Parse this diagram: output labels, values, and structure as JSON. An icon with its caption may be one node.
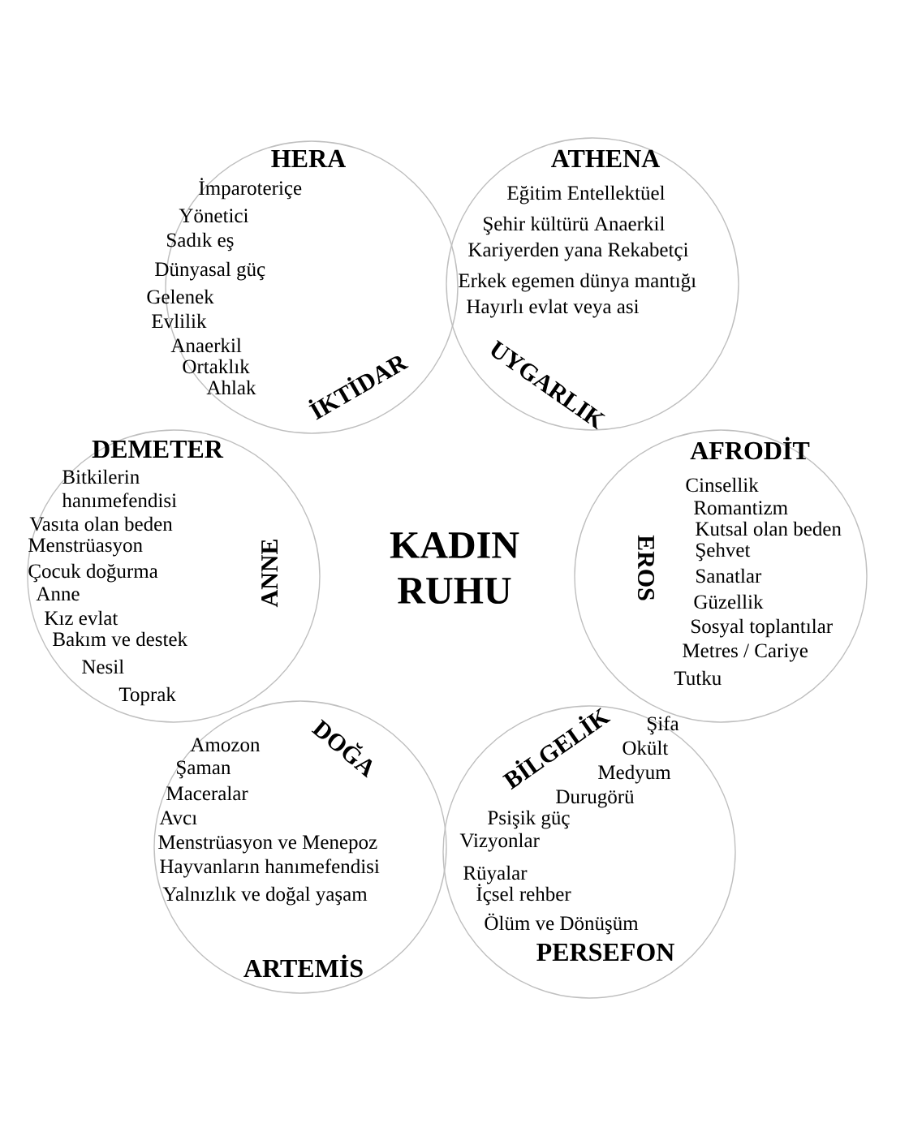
{
  "diagram": {
    "nodes": [
      {
        "text": [
          "HERA",
          "İmparoteriçe",
          "Yönetici",
          "Sadık eş",
          "Dünyasal güç",
          "Gelenek",
          "Evlilik",
          "Anaerkil",
          "Ortaklık",
          "Ahlak"
        ]
      },
      {
        "text": [
          "ATHENA",
          "Eğitim Entellektüel",
          "Şehir kültürü Anaerkil",
          "Kariyerden yana Rekabetçi",
          "Erkek egemen dünya mantığı",
          "Hayırlı evlat veya asi"
        ]
      },
      {
        "text": [
          "DEMETER",
          "Bitkilerin hanımefendisi",
          "Vasıta olan beden",
          "Menstrüasyon",
          "Çocuk doğurma",
          "Anne",
          "Kız evlat",
          "Bakım ve destek",
          "Nesil",
          "Toprak"
        ]
      },
      {
        "text": [
          "AFRODİT",
          "Cinsellik",
          "Romantizm",
          "Kutsal olan beden",
          "Şehvet",
          "Sanatlar",
          "Güzellik",
          "Sosyal toplantılar",
          "Metres / Cariye",
          "Tutku"
        ]
      },
      {
        "text": [
          "Amozon",
          "Şaman",
          "Maceralar",
          "Avcı",
          "Menstrüasyon ve Menepoz",
          "Hayvanların hanımefendisi",
          "Yalnızlık ve doğal yaşam",
          "ARTEMİS"
        ]
      },
      {
        "text": [
          "Şifa",
          "Okült",
          "Medyum",
          "Durugörü",
          "Psişik güç",
          "Vizyonlar",
          "Rüyalar",
          "İçsel rehber",
          "Ölüm ve Dönüşüm",
          "PERSEFON"
        ]
      }
    ],
    "labels": [
      "KADIN RUHU",
      "İKTİDAR",
      "UYGARLIK",
      "ANNE",
      "EROS",
      "DOĞA",
      "BİLGELİK"
    ]
  }
}
